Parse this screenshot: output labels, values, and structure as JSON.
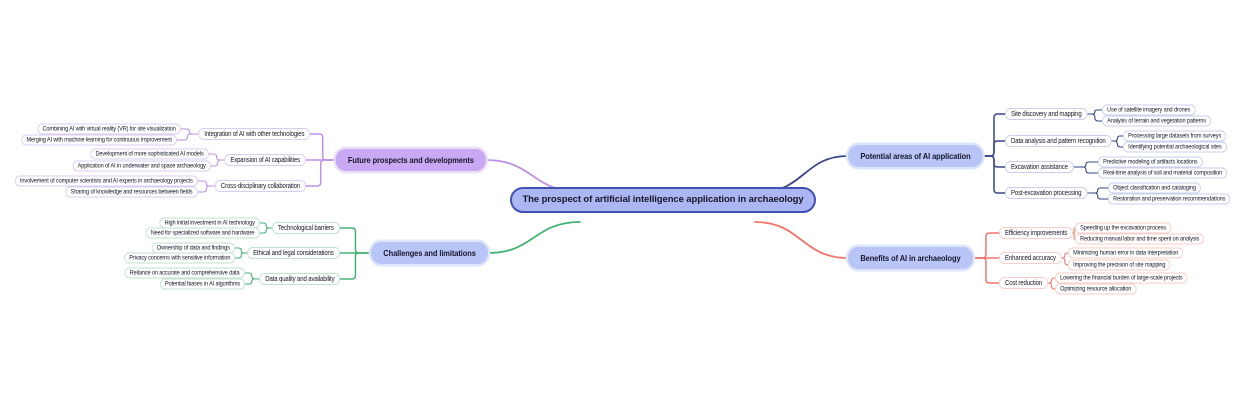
{
  "root": {
    "label": "The prospect of artificial intelligence application in archaeology",
    "fill": "#abb6f2",
    "border": "#4152b2"
  },
  "branches": [
    {
      "label": "Future prospects and developments",
      "color": "#bd92e2",
      "fill": "#c9a9f3",
      "tint": "#dccbf0",
      "halo": "#ecdffa",
      "children": [
        {
          "label": "Integration of AI with other technologies",
          "children": [
            {
              "label": "Combining AI with virtual reality (VR) for site visualization"
            },
            {
              "label": "Merging AI with machine learning for continuous improvement"
            }
          ]
        },
        {
          "label": "Expansion of AI capabilities",
          "children": [
            {
              "label": "Development of more sophisticated AI models"
            },
            {
              "label": "Application of AI in underwater and space archaeology"
            }
          ]
        },
        {
          "label": "Cross-disciplinary collaboration",
          "children": [
            {
              "label": "Involvement of computer scientists and AI experts in archaeology projects"
            },
            {
              "label": "Sharing of knowledge and resources between fields"
            }
          ]
        }
      ]
    },
    {
      "label": "Challenges and limitations",
      "color": "#43b375",
      "fill": "#b9c4f7",
      "tint": "#c2e1cf",
      "halo": "#dee6fb",
      "children": [
        {
          "label": "Technological barriers",
          "children": [
            {
              "label": "High initial investment in AI technology"
            },
            {
              "label": "Need for specialized software and hardware"
            }
          ]
        },
        {
          "label": "Ethical and legal considerations",
          "children": [
            {
              "label": "Ownership of data and findings"
            },
            {
              "label": "Privacy concerns with sensitive information"
            }
          ]
        },
        {
          "label": "Data quality and availability",
          "children": [
            {
              "label": "Reliance on accurate and comprehensive data"
            },
            {
              "label": "Potential biases in AI algorithms"
            }
          ]
        }
      ]
    },
    {
      "label": "Potential areas of AI application",
      "color": "#3a4687",
      "fill": "#b9c4f7",
      "tint": "#c8d0ec",
      "halo": "#dee6fb",
      "children": [
        {
          "label": "Site discovery and mapping",
          "children": [
            {
              "label": "Use of satellite imagery and drones"
            },
            {
              "label": "Analysis of terrain and vegetation patterns"
            }
          ]
        },
        {
          "label": "Data analysis and pattern recognition",
          "children": [
            {
              "label": "Processing large datasets from surveys"
            },
            {
              "label": "Identifying potential archaeological sites"
            }
          ]
        },
        {
          "label": "Excavation assistance",
          "children": [
            {
              "label": "Predictive modeling of artifacts locations"
            },
            {
              "label": "Real-time analysis of soil and material composition"
            }
          ]
        },
        {
          "label": "Post-excavation processing",
          "children": [
            {
              "label": "Object classification and cataloging"
            },
            {
              "label": "Restoration and preservation recommendations"
            }
          ]
        }
      ]
    },
    {
      "label": "Benefits of AI in archaeology",
      "color": "#f1756c",
      "fill": "#b9c4f7",
      "tint": "#f6cfca",
      "halo": "#dee6fb",
      "children": [
        {
          "label": "Efficiency improvements",
          "children": [
            {
              "label": "Speeding up the excavation process"
            },
            {
              "label": "Reducing manual labor and time spent on analysis"
            }
          ]
        },
        {
          "label": "Enhanced accuracy",
          "children": [
            {
              "label": "Minimizing human error in data interpretation"
            },
            {
              "label": "Improving the precision of site mapping"
            }
          ]
        },
        {
          "label": "Cost reduction",
          "children": [
            {
              "label": "Lowering the financial burden of large-scale projects"
            },
            {
              "label": "Optimizing resource allocation"
            }
          ]
        }
      ]
    }
  ]
}
